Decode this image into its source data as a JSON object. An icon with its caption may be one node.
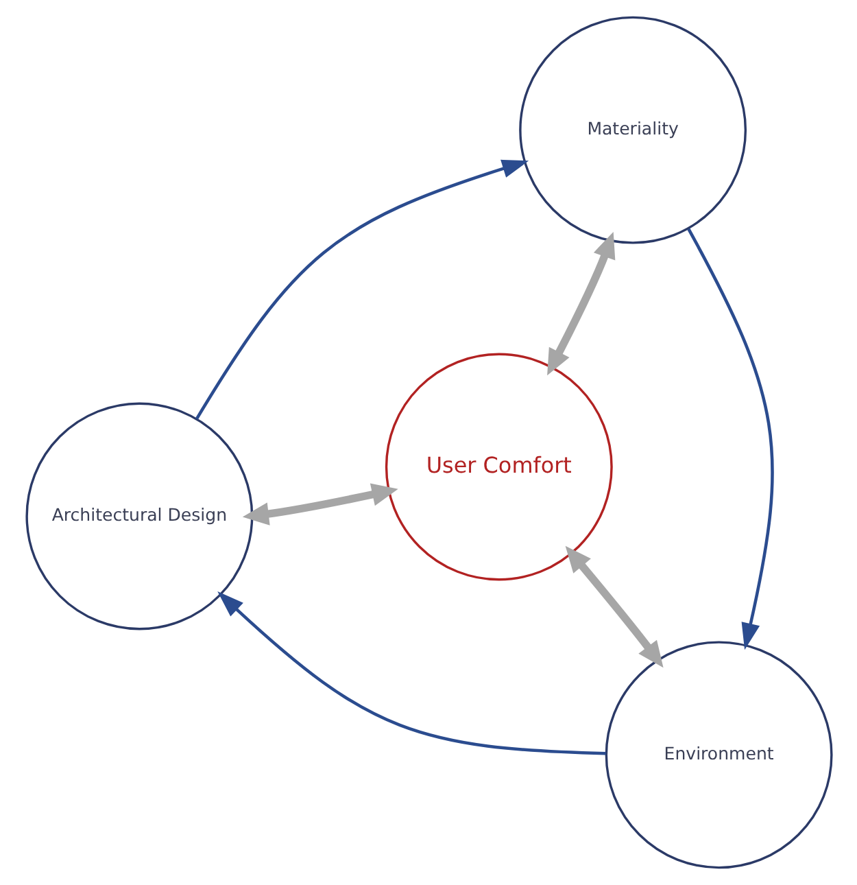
{
  "diagram": {
    "nodes": [
      {
        "text": [
          "Architectural Design"
        ]
      },
      {
        "text": [
          "User Comfort"
        ]
      },
      {
        "text": [
          "Environment"
        ]
      },
      {
        "text": [
          "Materiality"
        ]
      }
    ],
    "edges": [
      {
        "from": 0,
        "to": 3,
        "arrow": "to"
      },
      {
        "from": 3,
        "to": 2,
        "arrow": "to"
      },
      {
        "from": 2,
        "to": 0,
        "arrow": "to"
      },
      {
        "from": 1,
        "to": 0,
        "arrow": "both",
        "style": "thick",
        "color": "#a6a6a6"
      },
      {
        "from": 1,
        "to": 2,
        "arrow": "both",
        "style": "thick",
        "color": "#a6a6a6"
      },
      {
        "from": 1,
        "to": 3,
        "arrow": "both",
        "style": "thick",
        "color": "#a6a6a6"
      }
    ]
  }
}
